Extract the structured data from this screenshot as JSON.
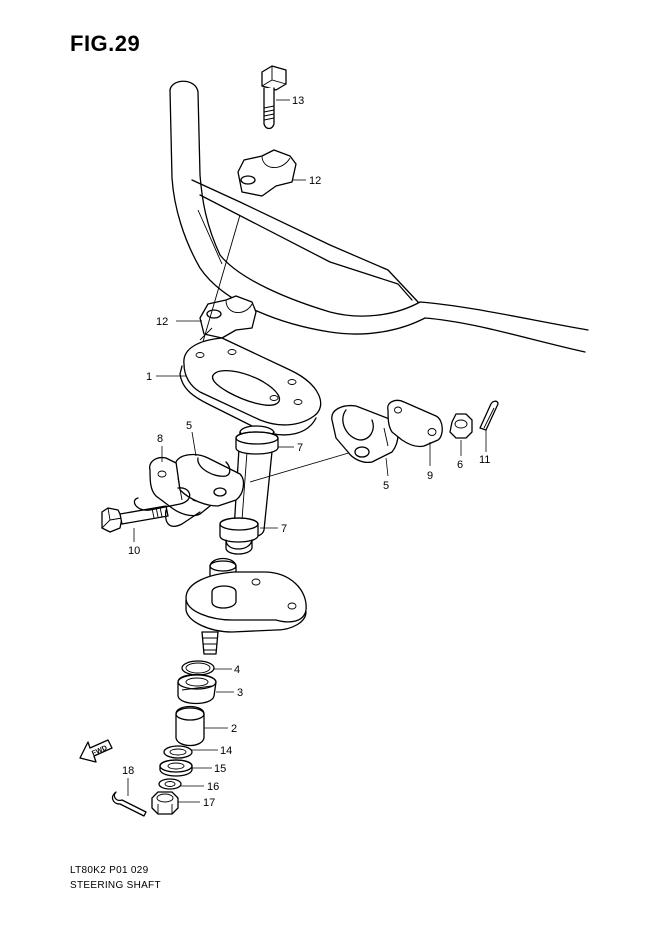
{
  "figure": {
    "title": "FIG.29",
    "code": "LT80K2  P01  029",
    "name": "STEERING SHAFT",
    "fwd_marker": "FWD"
  },
  "callouts": {
    "c1": "1",
    "c2": "2",
    "c3": "3",
    "c4": "4",
    "c5a": "5",
    "c5b": "5",
    "c6": "6",
    "c7a": "7",
    "c7b": "7",
    "c8": "8",
    "c9": "9",
    "c10": "10",
    "c11": "11",
    "c12a": "12",
    "c12b": "12",
    "c13": "13",
    "c14": "14",
    "c15": "15",
    "c16": "16",
    "c17": "17",
    "c18": "18"
  }
}
